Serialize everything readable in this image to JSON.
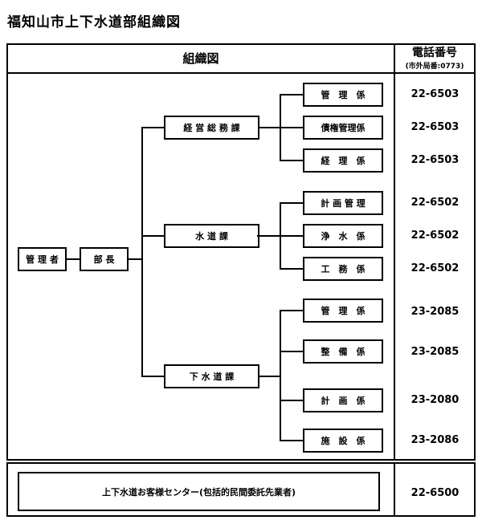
{
  "title": "福知山市上下水道部組織図",
  "header": {
    "org_label": "組織図",
    "phone_label": "電話番号",
    "phone_note": "(市外局番:0773)"
  },
  "chart": {
    "manager": "管 理 者",
    "director": "部 長",
    "divisions": [
      {
        "name": "経 営 総 務 課",
        "sections": [
          {
            "name": "管　理　係",
            "phone": "22-6503"
          },
          {
            "name": "債権管理係",
            "phone": "22-6503"
          },
          {
            "name": "経　理　係",
            "phone": "22-6503"
          }
        ]
      },
      {
        "name": "水 道 課",
        "sections": [
          {
            "name": "計 画 管 理",
            "phone": "22-6502"
          },
          {
            "name": "浄　水　係",
            "phone": "22-6502"
          },
          {
            "name": "工　務　係",
            "phone": "22-6502"
          }
        ]
      },
      {
        "name": "下 水 道 課",
        "sections": [
          {
            "name": "管　理　係",
            "phone": "23-2085"
          },
          {
            "name": "整　備　係",
            "phone": "23-2085"
          },
          {
            "name": "計　画　係",
            "phone": "23-2080"
          },
          {
            "name": "施　設　係",
            "phone": "23-2086"
          }
        ]
      }
    ]
  },
  "footer": {
    "label": "上下水道お客様センター(包括的民間委託先業者)",
    "phone": "22-6500"
  }
}
